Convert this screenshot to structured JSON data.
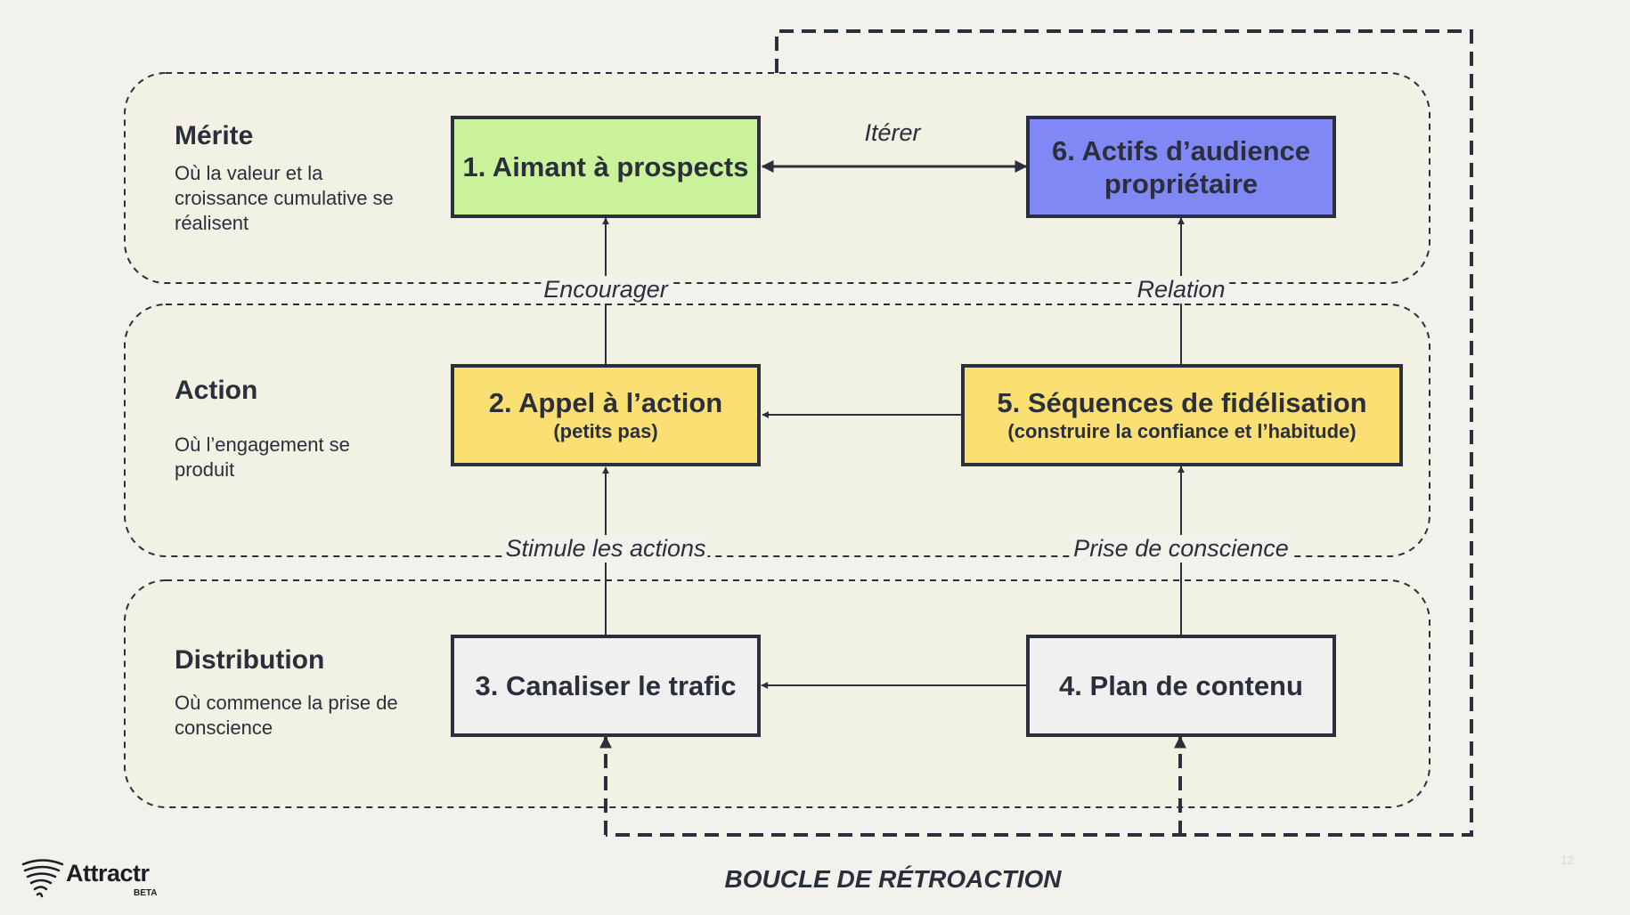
{
  "lanes": [
    {
      "title": "Mérite",
      "desc": "Où la valeur et la croissance cumulative se réalisent"
    },
    {
      "title": "Action",
      "desc": "Où l’engagement se produit"
    },
    {
      "title": "Distribution",
      "desc": "Où commence la prise de conscience"
    }
  ],
  "boxes": {
    "b1": {
      "main": "1. Aimant à prospects",
      "color": "#c9f29b"
    },
    "b2": {
      "main": "2. Appel à l’action",
      "sub": "(petits pas)",
      "color": "#fadf72"
    },
    "b3": {
      "main": "3. Canaliser le trafic",
      "color": "#f0f0f0"
    },
    "b4": {
      "main": "4. Plan de contenu",
      "color": "#f0f0f0"
    },
    "b5": {
      "main": "5. Séquences de fidélisation",
      "sub": "(construire la confiance et l’habitude)",
      "color": "#fadf72"
    },
    "b6": {
      "main": "6. Actifs d’audience propriétaire",
      "color": "#8088f5"
    }
  },
  "edge_labels": {
    "iterer": "Itérer",
    "encourager": "Encourager",
    "relation": "Relation",
    "stimule": "Stimule les actions",
    "prise": "Prise de conscience"
  },
  "footer": {
    "title": "BOUCLE DE RÉTROACTION"
  },
  "logo": {
    "name": "Attractr",
    "badge": "BETA"
  },
  "page_number": "12",
  "colors": {
    "ink": "#2b2f3c",
    "lane_fill": "#f1f1e4",
    "background": "#f2f1ec"
  }
}
